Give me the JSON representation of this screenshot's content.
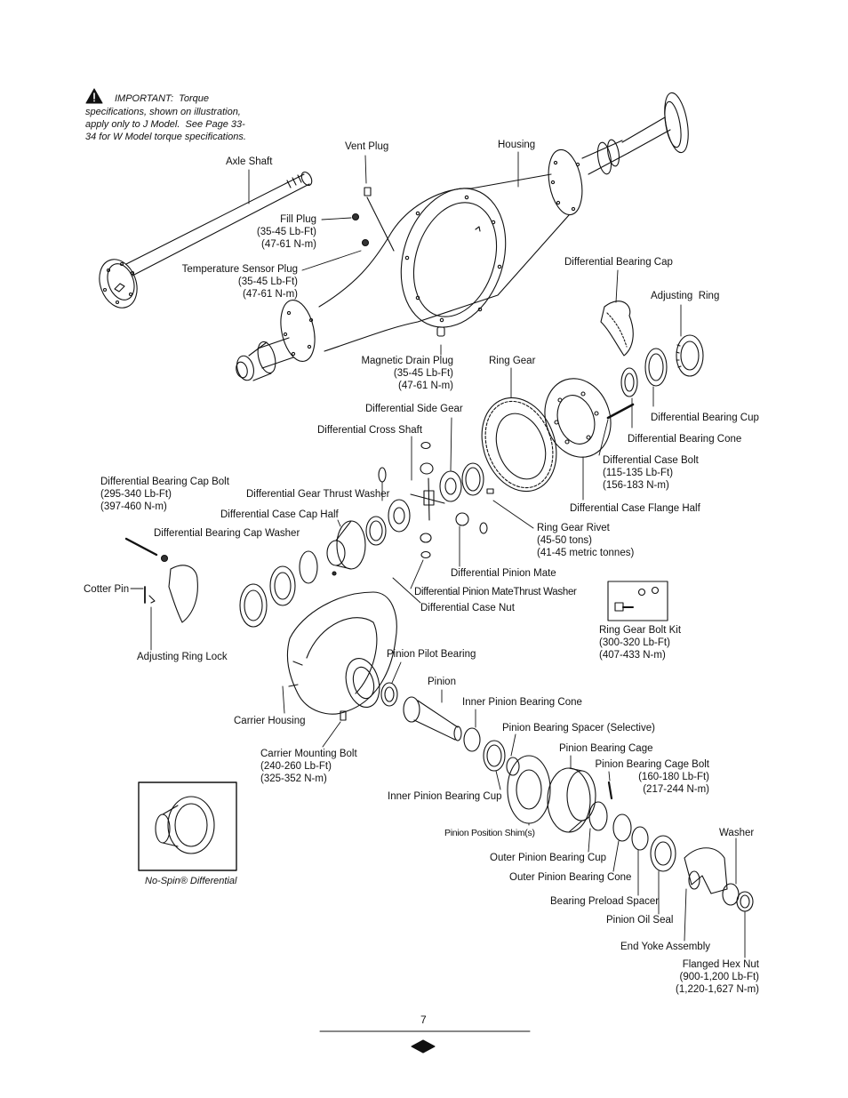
{
  "important_note": {
    "lines": [
      "IMPORTANT:  Torque",
      "specifications, shown on illustration,",
      "apply only to J Model.  See Page 33-",
      "34 for W Model torque specifications."
    ]
  },
  "labels": {
    "axle_shaft": "Axle Shaft",
    "vent_plug": "Vent Plug",
    "housing": "Housing",
    "fill_plug": "Fill Plug\n(35-45 Lb-Ft)\n(47-61 N-m)",
    "temp_sensor_plug": "Temperature Sensor Plug\n(35-45 Lb-Ft)\n(47-61 N-m)",
    "diff_bearing_cap": "Differential Bearing Cap",
    "adjusting_ring": "Adjusting  Ring",
    "magnetic_drain_plug": "Magnetic Drain Plug\n(35-45 Lb-Ft)\n(47-61 N-m)",
    "ring_gear": "Ring Gear",
    "diff_side_gear": "Differential Side Gear",
    "diff_bearing_cup": "Differential Bearing Cup",
    "diff_cross_shaft": "Differential Cross Shaft",
    "diff_bearing_cone": "Differential Bearing Cone",
    "diff_case_bolt": "Differential Case Bolt\n(115-135 Lb-Ft)\n(156-183 N-m)",
    "diff_bearing_cap_bolt": "Differential Bearing Cap Bolt\n(295-340 Lb-Ft)\n(397-460 N-m)",
    "diff_gear_thrust_washer": "Differential Gear Thrust Washer",
    "diff_case_flange_half": "Differential Case Flange Half",
    "diff_case_cap_half": "Differential Case Cap Half",
    "ring_gear_rivet": "Ring Gear Rivet\n(45-50 tons)\n(41-45 metric tonnes)",
    "diff_bearing_cap_washer": "Differential Bearing Cap Washer",
    "diff_pinion_mate": "Differential Pinion Mate",
    "cotter_pin": "Cotter Pin",
    "diff_pinion_mate_thrust_washer": "Differential Pinion MateThrust Washer",
    "diff_case_nut": "Differential Case Nut",
    "ring_gear_bolt_kit": "Ring Gear Bolt Kit\n(300-320 Lb-Ft)\n(407-433 N-m)",
    "adjusting_ring_lock": "Adjusting Ring Lock",
    "pinion_pilot_bearing": "Pinion Pilot Bearing",
    "pinion": "Pinion",
    "inner_pinion_bearing_cone": "Inner Pinion Bearing Cone",
    "carrier_housing": "Carrier Housing",
    "pinion_bearing_spacer": "Pinion Bearing Spacer (Selective)",
    "carrier_mounting_bolt": "Carrier Mounting Bolt\n(240-260 Lb-Ft)\n(325-352 N-m)",
    "pinion_bearing_cage": "Pinion Bearing Cage",
    "pinion_bearing_cage_bolt": "Pinion Bearing Cage Bolt\n(160-180 Lb-Ft)\n(217-244 N-m)",
    "inner_pinion_bearing_cup": "Inner Pinion Bearing Cup",
    "pinion_position_shims": "Pinion Position Shim(s)",
    "washer": "Washer",
    "outer_pinion_bearing_cup": "Outer Pinion Bearing Cup",
    "outer_pinion_bearing_cone": "Outer Pinion Bearing Cone",
    "bearing_preload_spacer": "Bearing Preload Spacer",
    "pinion_oil_seal": "Pinion Oil Seal",
    "end_yoke_assembly": "End Yoke Assembly",
    "flanged_hex_nut": "Flanged Hex Nut\n(900-1,200 Lb-Ft)\n(1,220-1,627 N-m)"
  },
  "inset_caption": "No-Spin® Differential",
  "page_number": "7",
  "colors": {
    "line": "#111111",
    "paper": "#ffffff"
  },
  "icons": [
    "warning-icon",
    "page-diamond-icon"
  ]
}
